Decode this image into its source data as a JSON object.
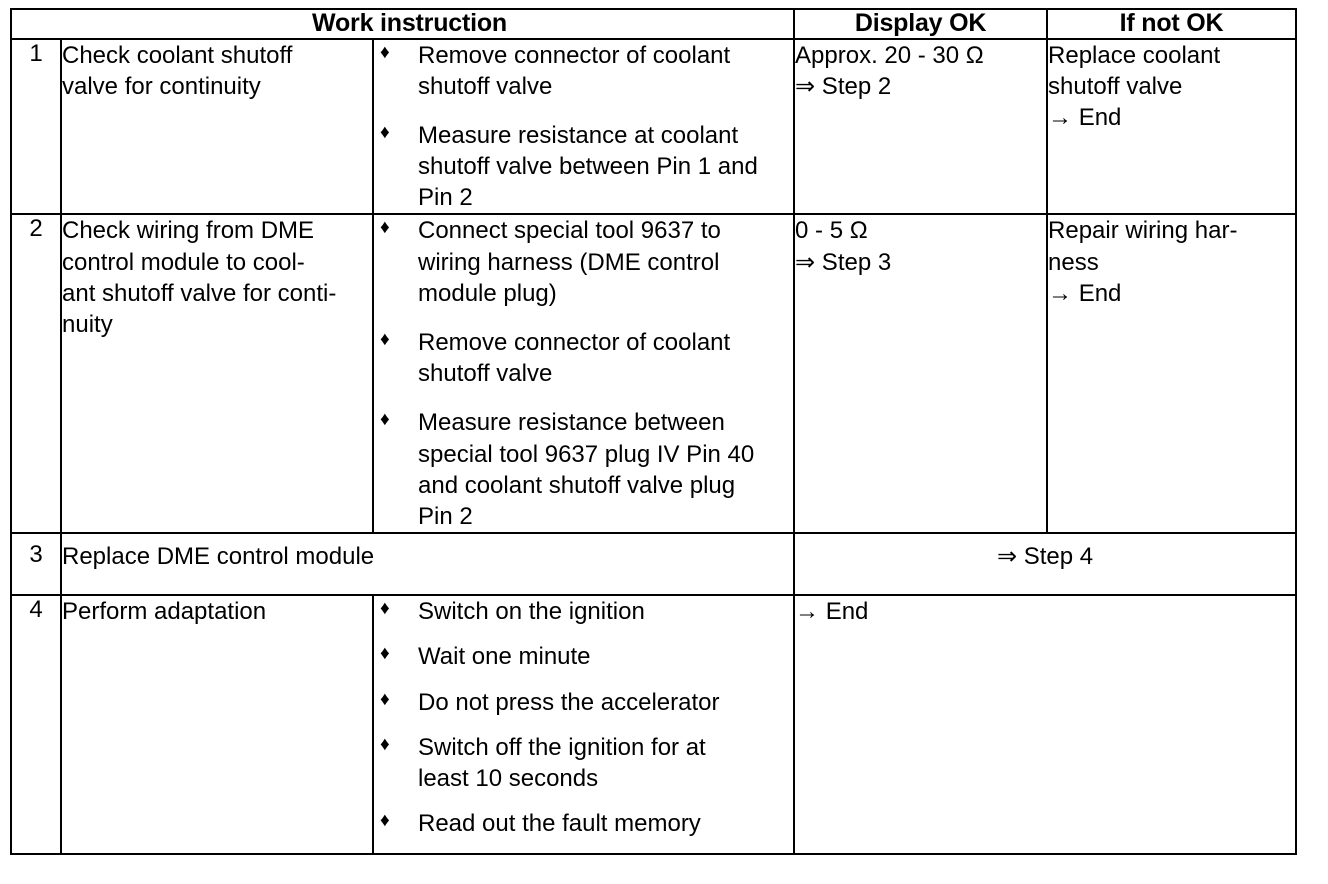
{
  "document": {
    "type": "work-instruction-table"
  },
  "table": {
    "headers": {
      "work_instruction": "Work instruction",
      "display_ok": "Display OK",
      "if_not_ok": "If not OK"
    },
    "rows": [
      {
        "number": "1",
        "task": {
          "line1": "Check coolant shutoff",
          "line2": "valve for continuity"
        },
        "steps": [
          {
            "bullet": "diamond-bullet",
            "line1": "Remove connector of coolant",
            "line2": "shutoff valve"
          },
          {
            "bullet": "diamond-bullet",
            "line1": "Measure resistance at coolant",
            "line2": "shutoff valve between Pin 1 and",
            "line3": "Pin 2"
          }
        ],
        "display_ok": {
          "line1": "Approx. 20 - 30 Ω",
          "line2": "⇒ Step 2"
        },
        "if_not_ok": {
          "line1": "Replace coolant",
          "line2": "shutoff valve",
          "line3": "→ End"
        }
      },
      {
        "number": "2",
        "task": {
          "line1": "Check wiring from DME",
          "line2": "control module to cool-",
          "line3": "ant shutoff valve for conti-",
          "line4": "nuity"
        },
        "steps": [
          {
            "bullet": "diamond-bullet",
            "line1": "Connect special tool 9637 to",
            "line2": "wiring harness (DME control",
            "line3": "module plug)"
          },
          {
            "bullet": "diamond-bullet",
            "line1": "Remove connector of coolant",
            "line2": "shutoff valve"
          },
          {
            "bullet": "diamond-bullet",
            "line1": "Measure resistance between",
            "line2": "special tool 9637 plug IV Pin 40",
            "line3": "and coolant shutoff valve plug",
            "line4": "Pin 2"
          }
        ],
        "display_ok": {
          "line1": "0 - 5 Ω",
          "line2": "⇒ Step 3"
        },
        "if_not_ok": {
          "line1": "Repair wiring har-",
          "line2": "ness",
          "line3": "→ End"
        }
      },
      {
        "number": "3",
        "task_full": "Replace DME control module",
        "result_merged": "⇒ Step 4"
      },
      {
        "number": "4",
        "task": {
          "line1": "Perform adaptation"
        },
        "steps": [
          {
            "bullet": "diamond-bullet",
            "line1": "Switch on the ignition"
          },
          {
            "bullet": "diamond-bullet",
            "line1": "Wait one minute"
          },
          {
            "bullet": "diamond-bullet",
            "line1": "Do not press the accelerator"
          },
          {
            "bullet": "diamond-bullet",
            "line1": "Switch off the ignition for at",
            "line2": "least 10 seconds"
          },
          {
            "bullet": "diamond-bullet",
            "line1": "Read out the fault memory"
          }
        ],
        "result_merged": "→ End"
      }
    ],
    "bullet_glyph": "♦"
  }
}
